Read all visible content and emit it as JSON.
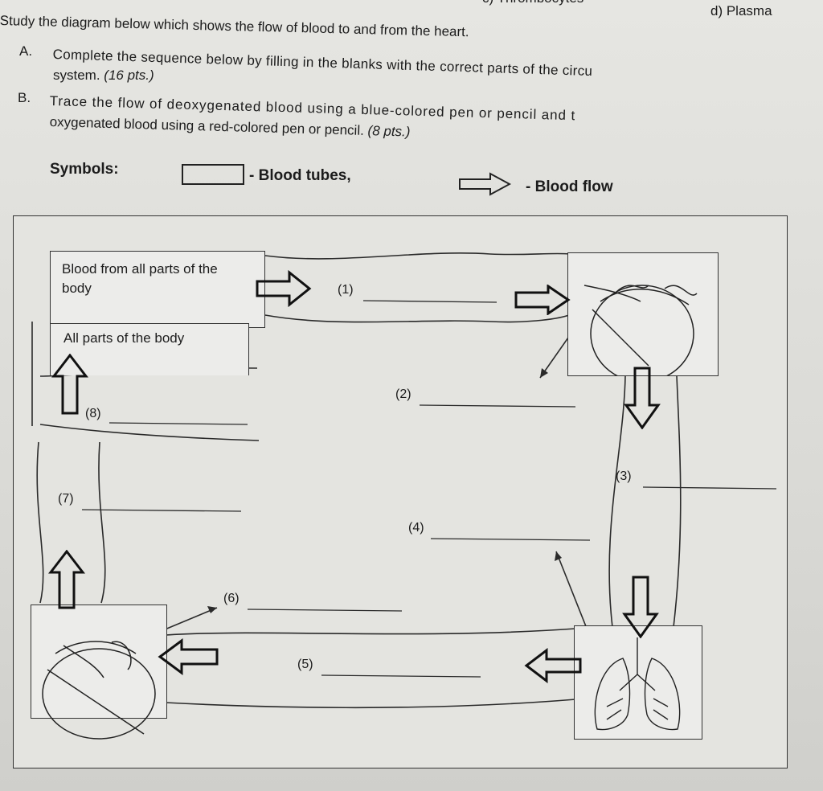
{
  "header": {
    "option_c": "c)  Thrombocytes",
    "option_d": "d)   Plasma"
  },
  "instructions": {
    "intro": "Study the diagram below which shows the flow of blood to and from the heart.",
    "a_marker": "A.",
    "a_text_1": "Complete the sequence below by filling in the blanks with the correct parts of the circu",
    "a_text_2": "system.",
    "a_pts": "(16 pts.)",
    "b_marker": "B.",
    "b_text_1": "Trace the flow of deoxygenated blood using a blue-colored pen or pencil and t",
    "b_text_2": "oxygenated blood using a red-colored pen or pencil.",
    "b_pts": "(8 pts.)"
  },
  "symbols": {
    "label": "Symbols:",
    "tube_label": "- Blood tubes,",
    "flow_label": "- Blood flow"
  },
  "diagram": {
    "box_body_in": "Blood from all parts of the body",
    "box_body_out": "All parts of the body",
    "blanks": {
      "b1": "(1)",
      "b2": "(2)",
      "b3": "(3)",
      "b4": "(4)",
      "b5": "(5)",
      "b6": "(6)",
      "b7": "(7)",
      "b8": "(8)"
    }
  },
  "icons": [
    "right-arrow-icon",
    "left-arrow-icon",
    "up-arrow-icon",
    "down-arrow-icon",
    "heart-icon",
    "lungs-icon"
  ]
}
